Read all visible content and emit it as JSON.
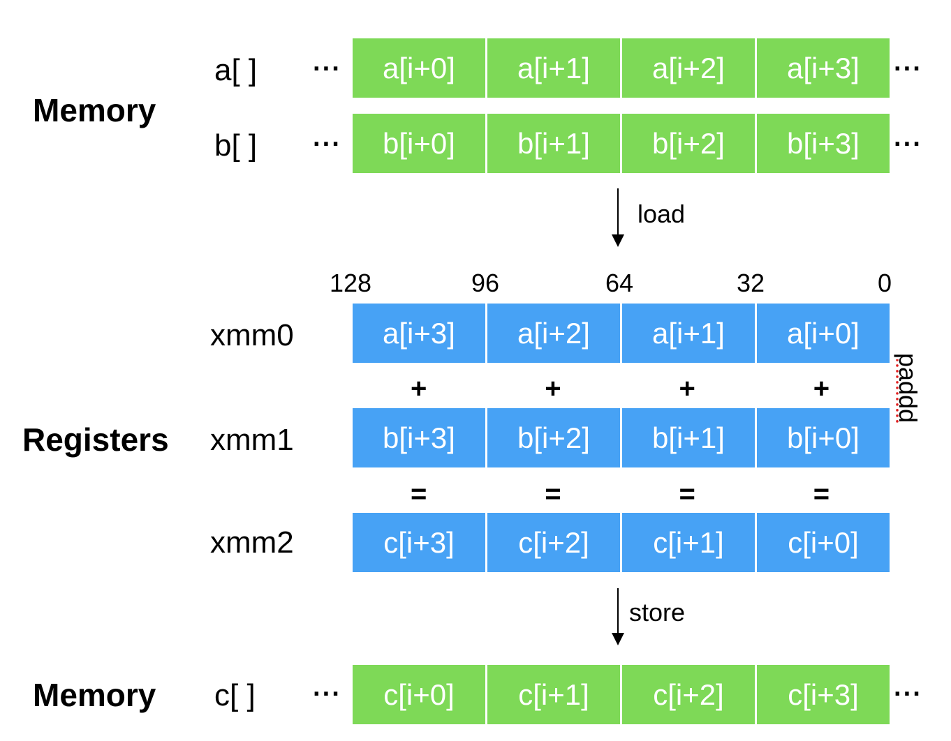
{
  "memory_top": {
    "section_label": "Memory",
    "a": {
      "label": "a[ ]",
      "ellipsis_left": "···",
      "ellipsis_right": "···",
      "cells": [
        "a[i+0]",
        "a[i+1]",
        "a[i+2]",
        "a[i+3]"
      ]
    },
    "b": {
      "label": "b[ ]",
      "ellipsis_left": "···",
      "ellipsis_right": "···",
      "cells": [
        "b[i+0]",
        "b[i+1]",
        "b[i+2]",
        "b[i+3]"
      ]
    }
  },
  "load_arrow": {
    "label": "load"
  },
  "bit_positions": [
    "128",
    "96",
    "64",
    "32",
    "0"
  ],
  "registers": {
    "section_label": "Registers",
    "xmm0": {
      "label": "xmm0",
      "cells": [
        "a[i+3]",
        "a[i+2]",
        "a[i+1]",
        "a[i+0]"
      ]
    },
    "plus_ops": [
      "+",
      "+",
      "+",
      "+"
    ],
    "xmm1": {
      "label": "xmm1",
      "cells": [
        "b[i+3]",
        "b[i+2]",
        "b[i+1]",
        "b[i+0]"
      ]
    },
    "equals_ops": [
      "=",
      "=",
      "=",
      "="
    ],
    "xmm2": {
      "label": "xmm2",
      "cells": [
        "c[i+3]",
        "c[i+2]",
        "c[i+1]",
        "c[i+0]"
      ]
    },
    "instruction": "paddd"
  },
  "store_arrow": {
    "label": "store"
  },
  "memory_bottom": {
    "section_label": "Memory",
    "c": {
      "label": "c[ ]",
      "ellipsis_left": "···",
      "ellipsis_right": "···",
      "cells": [
        "c[i+0]",
        "c[i+1]",
        "c[i+2]",
        "c[i+3]"
      ]
    }
  },
  "colors": {
    "memory_cell": "#7ed957",
    "register_cell": "#47a2f5",
    "cell_text": "#ffffff",
    "text": "#000000",
    "instruction_underline": "#e02020"
  }
}
